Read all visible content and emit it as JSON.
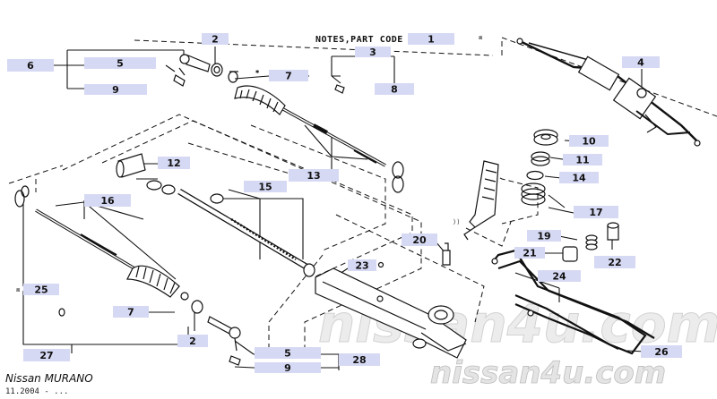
{
  "header": {
    "notes_label": "NOTES,PART CODE"
  },
  "footer": {
    "model": "Nissan MURANO",
    "date": "11.2004 - ..."
  },
  "watermark": {
    "text_center": "nissan4u.com",
    "text_corner": "nissan4u.com"
  },
  "colors": {
    "callout_box": "#d6d9f3",
    "line": "#111111",
    "watermark": "#c9c9c9"
  },
  "callouts": [
    {
      "number": "1"
    },
    {
      "number": "2"
    },
    {
      "number": "3"
    },
    {
      "number": "4"
    },
    {
      "number": "5"
    },
    {
      "number": "6"
    },
    {
      "number": "7"
    },
    {
      "number": "8"
    },
    {
      "number": "9"
    },
    {
      "number": "10"
    },
    {
      "number": "11"
    },
    {
      "number": "12"
    },
    {
      "number": "13"
    },
    {
      "number": "14"
    },
    {
      "number": "15"
    },
    {
      "number": "16"
    },
    {
      "number": "17"
    },
    {
      "number": "19"
    },
    {
      "number": "20"
    },
    {
      "number": "21"
    },
    {
      "number": "22"
    },
    {
      "number": "23"
    },
    {
      "number": "24"
    },
    {
      "number": "25"
    },
    {
      "number": "26"
    },
    {
      "number": "27"
    },
    {
      "number": "2"
    },
    {
      "number": "5"
    },
    {
      "number": "7"
    },
    {
      "number": "9"
    },
    {
      "number": "28"
    }
  ]
}
